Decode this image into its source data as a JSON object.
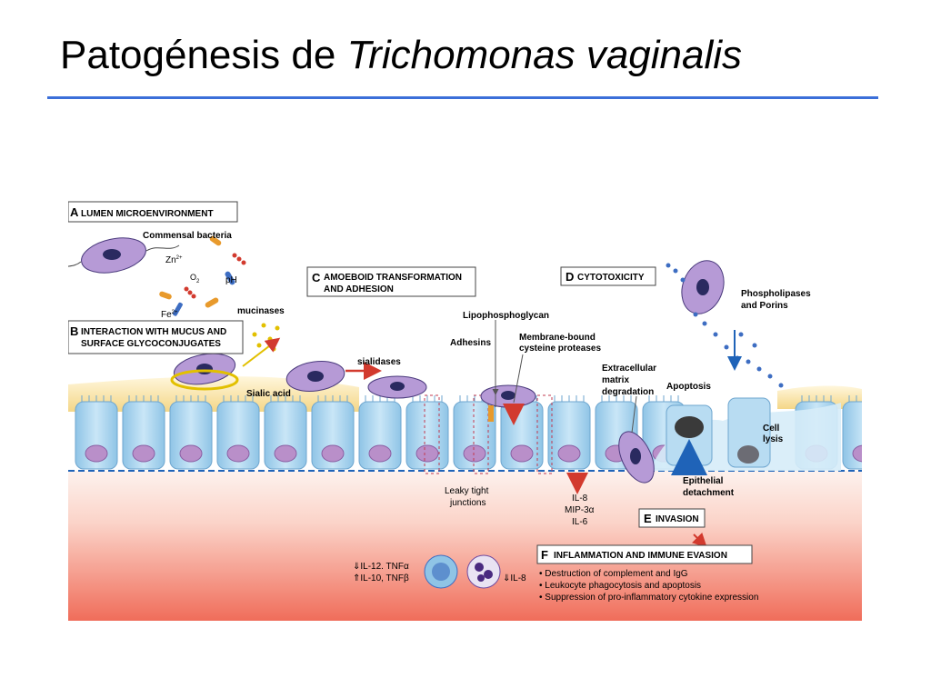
{
  "slide": {
    "title_prefix": "Patogénesis de ",
    "title_species": "Trichomonas vaginalis"
  },
  "panels": {
    "A": {
      "letter": "A",
      "label": "LUMEN MICROENVIRONMENT"
    },
    "B": {
      "letter": "B",
      "label_line1": "INTERACTION WITH MUCUS AND",
      "label_line2": "SURFACE GLYCOCONJUGATES"
    },
    "C": {
      "letter": "C",
      "label_line1": "AMOEBOID TRANSFORMATION",
      "label_line2": "AND ADHESION"
    },
    "D": {
      "letter": "D",
      "label": "CYTOTOXICITY"
    },
    "E": {
      "letter": "E",
      "label": "INVASION"
    },
    "F": {
      "letter": "F",
      "label": "INFLAMMATION AND IMMUNE EVASION",
      "bullets": [
        "• Destruction of complement and IgG",
        "• Leukocyte phagocytosis and apoptosis",
        "• Suppression of pro-inflammatory cytokine expression"
      ]
    }
  },
  "labels": {
    "commensal": "Commensal bacteria",
    "zn": "Zn",
    "zn_sup": "2+",
    "o2": "O",
    "o2_sub": "2",
    "ph": "pH",
    "fe": "Fe",
    "fe_sup": "2+",
    "mucinases": "mucinases",
    "sialidases": "sialidases",
    "sialic_acid": "Sialic acid",
    "lipophosphoglycan": "Lipophosphoglycan",
    "adhesins": "Adhesins",
    "membrane_line1": "Membrane-bound",
    "membrane_line2": "cysteine proteases",
    "ecm_line1": "Extracellular",
    "ecm_line2": "matrix",
    "ecm_line3": "degradation",
    "apoptosis": "Apoptosis",
    "phospholipases_line1": "Phospholipases",
    "phospholipases_line2": "and Porins",
    "cell_lysis_line1": "Cell",
    "cell_lysis_line2": "lysis",
    "leaky_line1": "Leaky tight",
    "leaky_line2": "junctions",
    "cytokine1": "IL-8",
    "cytokine2": "MIP-3α",
    "cytokine3": "IL-6",
    "epithelial_line1": "Epithelial",
    "epithelial_line2": "detachment",
    "imm_left_line1": "⇓IL-12. TNFα",
    "imm_left_line2": "⇑IL-10, TNFβ",
    "imm_right": "⇓IL-8"
  },
  "colors": {
    "title_rule": "#3b6fd9",
    "cell_fill": "#a9d4ee",
    "nucleus": "#b98fc9",
    "parasite": "#b69ad6",
    "submucosa_top": "#fbe3dc",
    "submucosa_bottom": "#f06d5a",
    "arrow_red": "#d23a2e",
    "arrow_blue": "#1f63b8"
  }
}
